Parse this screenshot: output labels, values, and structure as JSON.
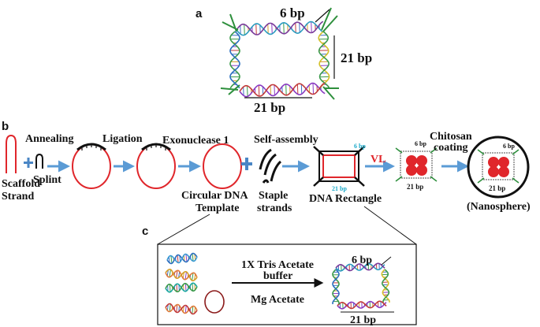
{
  "panels": {
    "a": "a",
    "b": "b",
    "c": "c"
  },
  "panel_a": {
    "top_label": "6 bp",
    "right_label": "21 bp",
    "bottom_label": "21 bp"
  },
  "panel_b": {
    "scaffold_line1": "Scaffold",
    "scaffold_line2": "Strand",
    "splint": "Splint",
    "annealing": "Annealing",
    "ligation": "Ligation",
    "exonuclease": "Exonuclease 1",
    "circular_line1": "Circular DNA",
    "circular_line2": "Template",
    "staple_line1": "Staple",
    "staple_line2": "strands",
    "self_assembly": "Self-assembly",
    "rect_top": "6 bp",
    "rect_bottom": "21 bp",
    "dna_rectangle": "DNA Rectangle",
    "vl": "VL",
    "loaded_top": "6 bp",
    "loaded_bottom": "21 bp",
    "chitosan_line1": "Chitosan",
    "chitosan_line2": "coating",
    "sphere_top": "6 bp",
    "sphere_bottom": "21 bp",
    "nanosphere": "(Nanosphere)"
  },
  "panel_c": {
    "buffer_line1": "1X Tris Acetate",
    "buffer_line2": "buffer",
    "mg": "Mg Acetate",
    "top_label": "6 bp",
    "bottom_label": "21 bp"
  },
  "colors": {
    "red": "#e0262b",
    "arrow": "#5b9bd5",
    "plus": "#4a86c5",
    "cyan": "#1aa9c9",
    "dark": "#111111"
  }
}
